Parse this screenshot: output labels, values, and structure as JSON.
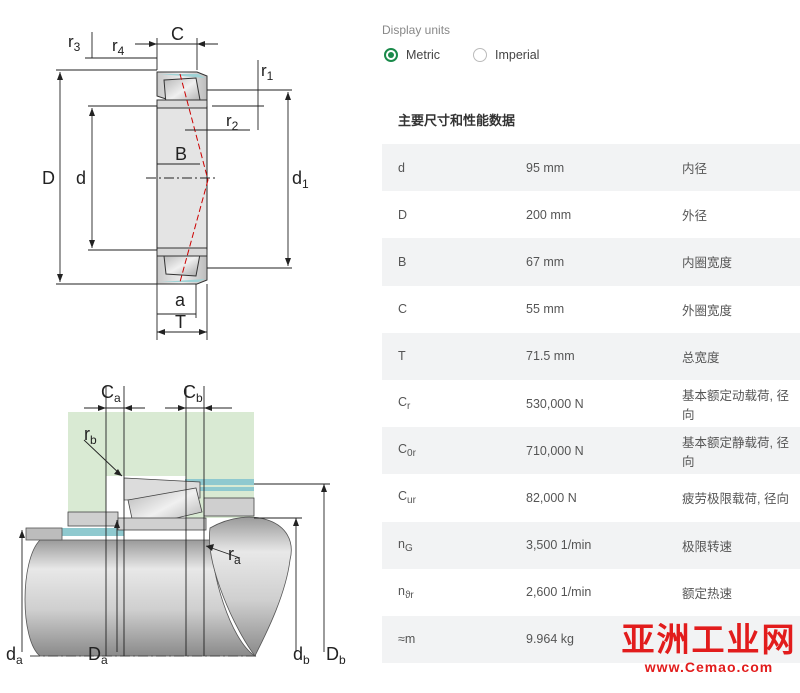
{
  "diagram_labels": {
    "top": {
      "r3": "r",
      "r3_sub": "3",
      "r4": "r",
      "r4_sub": "4",
      "C": "C",
      "r1": "r",
      "r1_sub": "1",
      "r2": "r",
      "r2_sub": "2",
      "D": "D",
      "d": "d",
      "B": "B",
      "d1": "d",
      "d1_sub": "1",
      "a": "a",
      "T": "T"
    },
    "bottom": {
      "Ca": "C",
      "Ca_sub": "a",
      "Cb": "C",
      "Cb_sub": "b",
      "rb": "r",
      "rb_sub": "b",
      "ra": "r",
      "ra_sub": "a",
      "da": "d",
      "da_sub": "a",
      "Da": "D",
      "Da_sub": "a",
      "db": "d",
      "db_sub": "b",
      "Db": "D",
      "Db_sub": "b"
    }
  },
  "display_units": {
    "label": "Display units",
    "options": [
      {
        "label": "Metric",
        "selected": true
      },
      {
        "label": "Imperial",
        "selected": false
      }
    ]
  },
  "section_title": "主要尺寸和性能数据",
  "rows": [
    {
      "sym": "d",
      "sub": "",
      "value": "95 mm",
      "desc": "内径"
    },
    {
      "sym": "D",
      "sub": "",
      "value": "200 mm",
      "desc": "外径"
    },
    {
      "sym": "B",
      "sub": "",
      "value": "67 mm",
      "desc": "内圈宽度"
    },
    {
      "sym": "C",
      "sub": "",
      "value": "55 mm",
      "desc": "外圈宽度"
    },
    {
      "sym": "T",
      "sub": "",
      "value": "71.5 mm",
      "desc": "总宽度"
    },
    {
      "sym": "C",
      "sub": "r",
      "value": "530,000 N",
      "desc": "基本额定动载荷, 径向"
    },
    {
      "sym": "C",
      "sub": "0r",
      "value": "710,000 N",
      "desc": "基本额定静载荷, 径向"
    },
    {
      "sym": "C",
      "sub": "ur",
      "value": "82,000 N",
      "desc": "疲劳极限载荷, 径向"
    },
    {
      "sym": "n",
      "sub": "G",
      "value": "3,500 1/min",
      "desc": "极限转速"
    },
    {
      "sym": "n",
      "sub": "ϑr",
      "value": "2,600 1/min",
      "desc": "额定热速"
    },
    {
      "sym": "≈m",
      "sub": "",
      "value": "9.964 kg",
      "desc": ""
    }
  ],
  "watermark": {
    "cn": "亚洲工业网",
    "url": "www.Cemao.com"
  },
  "colors": {
    "accent": "#1a8a4a",
    "row_alt": "#f2f3f4",
    "housing": "#d9ead3",
    "seal": "#8fc9cf",
    "watermark": "#e21c1c"
  }
}
